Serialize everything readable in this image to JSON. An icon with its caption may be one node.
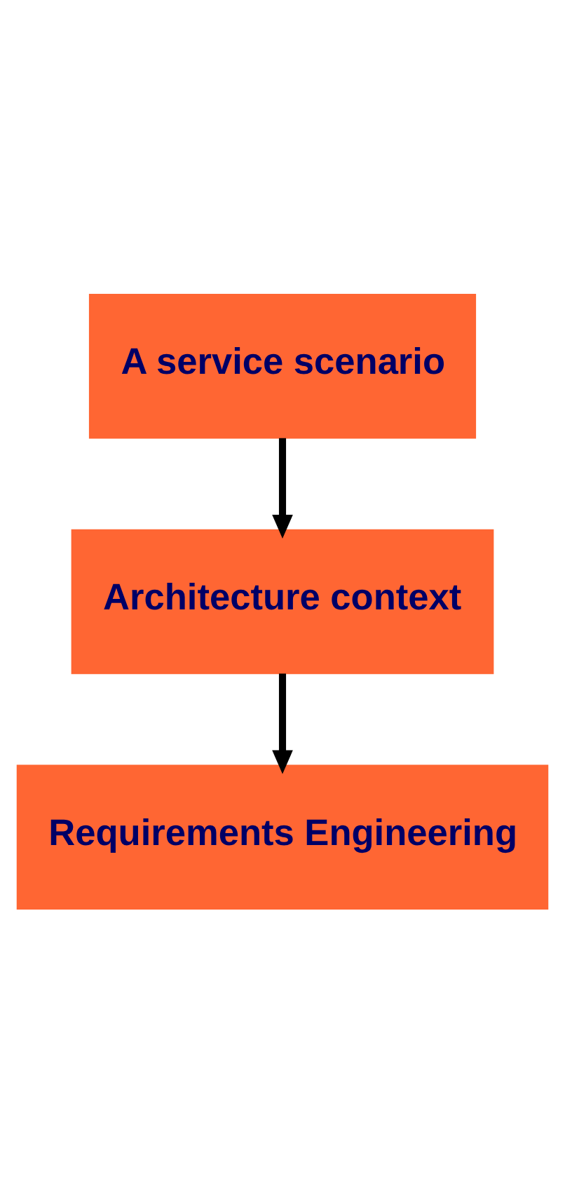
{
  "diagram": {
    "nodes": [
      {
        "text": [
          "A service scenario"
        ]
      },
      {
        "text": [
          "Architecture context"
        ]
      },
      {
        "text": [
          "Requirements Engineering"
        ]
      }
    ],
    "edges": [
      {
        "from": 0,
        "to": 1,
        "arrow": "to"
      },
      {
        "from": 1,
        "to": 2,
        "arrow": "to"
      }
    ]
  }
}
